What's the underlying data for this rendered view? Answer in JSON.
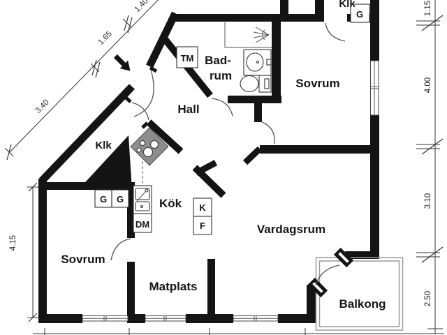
{
  "plan": {
    "type": "apartment-floor-plan",
    "rooms": {
      "hall": "Hall",
      "badrum_line1": "Bad-",
      "badrum_line2": "rum",
      "klk_top": "Klk",
      "sovrum_top": "Sovrum",
      "klk_left": "Klk",
      "kok": "Kök",
      "sovrum_bottom": "Sovrum",
      "matplats": "Matplats",
      "vardagsrum": "Vardagsrum",
      "balkong": "Balkong"
    },
    "appliances": {
      "tm": "TM",
      "g_top": "G",
      "g1": "G",
      "g2": "G",
      "dm": "DM",
      "k": "K",
      "f": "F"
    },
    "dimensions": {
      "left_vertical": "4.15",
      "diagonal_1": "3.40",
      "diagonal_2": "1.65",
      "diagonal_3": "1.40",
      "right_top": "1.15",
      "right_upper": "4.00",
      "right_middle": "3.10",
      "right_lower": "2.50"
    },
    "colors": {
      "wall": "#141414",
      "background": "#ffffff",
      "stove": "#8d8d8d",
      "balcony_line": "#9a9a9a",
      "dim_line": "#333333"
    }
  }
}
